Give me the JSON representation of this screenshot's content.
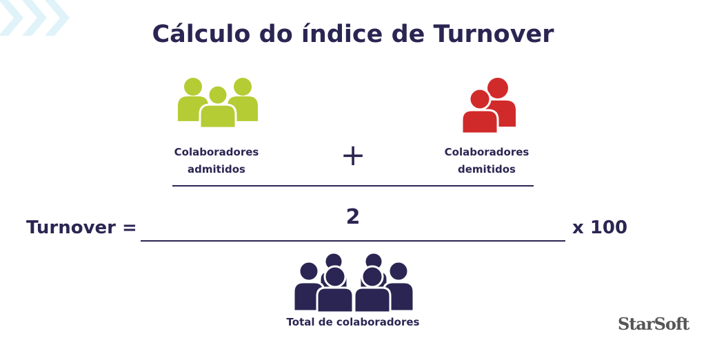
{
  "title": "Cálculo do índice de Turnover",
  "admitted": {
    "line1": "Colaboradores",
    "line2": "admitidos"
  },
  "plus": "+",
  "dismissed": {
    "line1": "Colaboradores",
    "line2": "demitidos"
  },
  "divisor": "2",
  "turnover_label": "Turnover =",
  "multiplier": "x 100",
  "total_label": "Total de colaboradores",
  "brand": "StarSoft",
  "colors": {
    "navy": "#2a2552",
    "green": "#b5cc35",
    "red": "#d12a2a",
    "chevron": "#dff3f9"
  }
}
